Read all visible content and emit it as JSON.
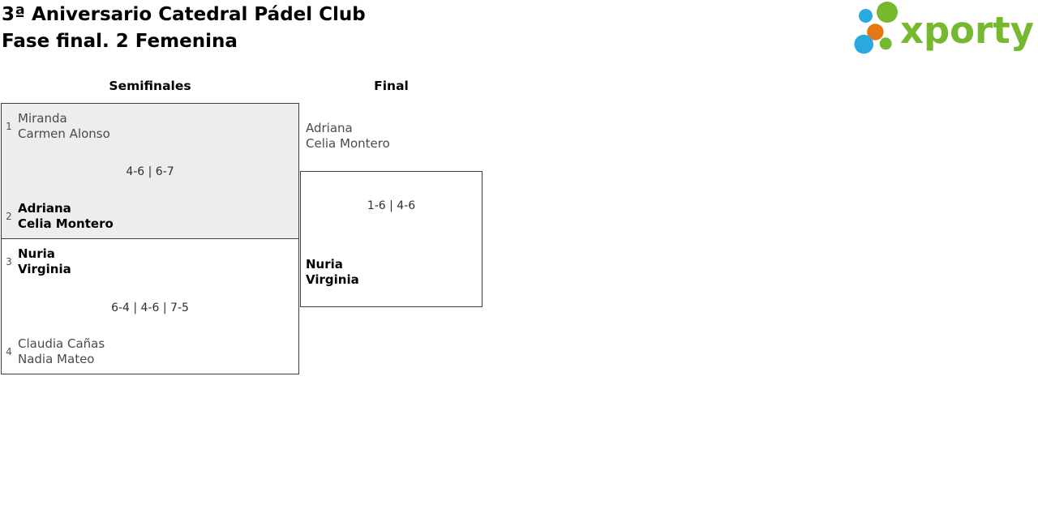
{
  "header": {
    "title_line1": "3ª Aniversario Catedral Pádel Club",
    "title_line2": "Fase final. 2 Femenina"
  },
  "logo": {
    "wordmark": "xporty"
  },
  "colors": {
    "brand_green": "#76b82e",
    "brand_blue": "#29a9e0",
    "brand_orange": "#e87711",
    "highlighted_match_fill": "#ededed",
    "box_border": "#3d3d3d"
  },
  "bracket": {
    "round_headers": [
      {
        "label": "Semifinales"
      },
      {
        "label": "Final"
      }
    ],
    "semifinal_1": {
      "score": "4-6 | 6-7",
      "team1": {
        "seed": "1",
        "player1": "Miranda",
        "player2": "Carmen Alonso",
        "winner": false
      },
      "team2": {
        "seed": "2",
        "player1": "Adriana",
        "player2": "Celia Montero",
        "winner": true
      }
    },
    "semifinal_2": {
      "score": "6-4 | 4-6 | 7-5",
      "team1": {
        "seed": "3",
        "player1": "Nuria",
        "player2": "Virginia",
        "winner": true
      },
      "team2": {
        "seed": "4",
        "player1": "Claudia Cañas",
        "player2": "Nadia Mateo",
        "winner": false
      }
    },
    "final": {
      "score": "1-6 | 4-6",
      "team1": {
        "player1": "Adriana",
        "player2": "Celia Montero",
        "winner": false
      },
      "team2": {
        "player1": "Nuria",
        "player2": "Virginia",
        "winner": true
      }
    }
  }
}
